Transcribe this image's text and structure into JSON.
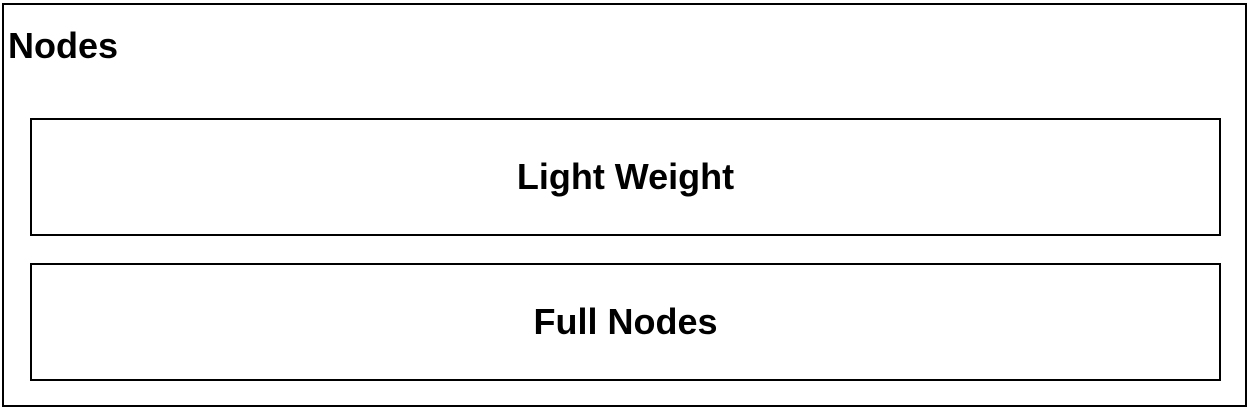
{
  "diagram": {
    "container": {
      "title": "Nodes",
      "border_color": "#000000",
      "background": "#ffffff"
    },
    "boxes": [
      {
        "label": "Light Weight"
      },
      {
        "label": "Full Nodes"
      }
    ]
  }
}
